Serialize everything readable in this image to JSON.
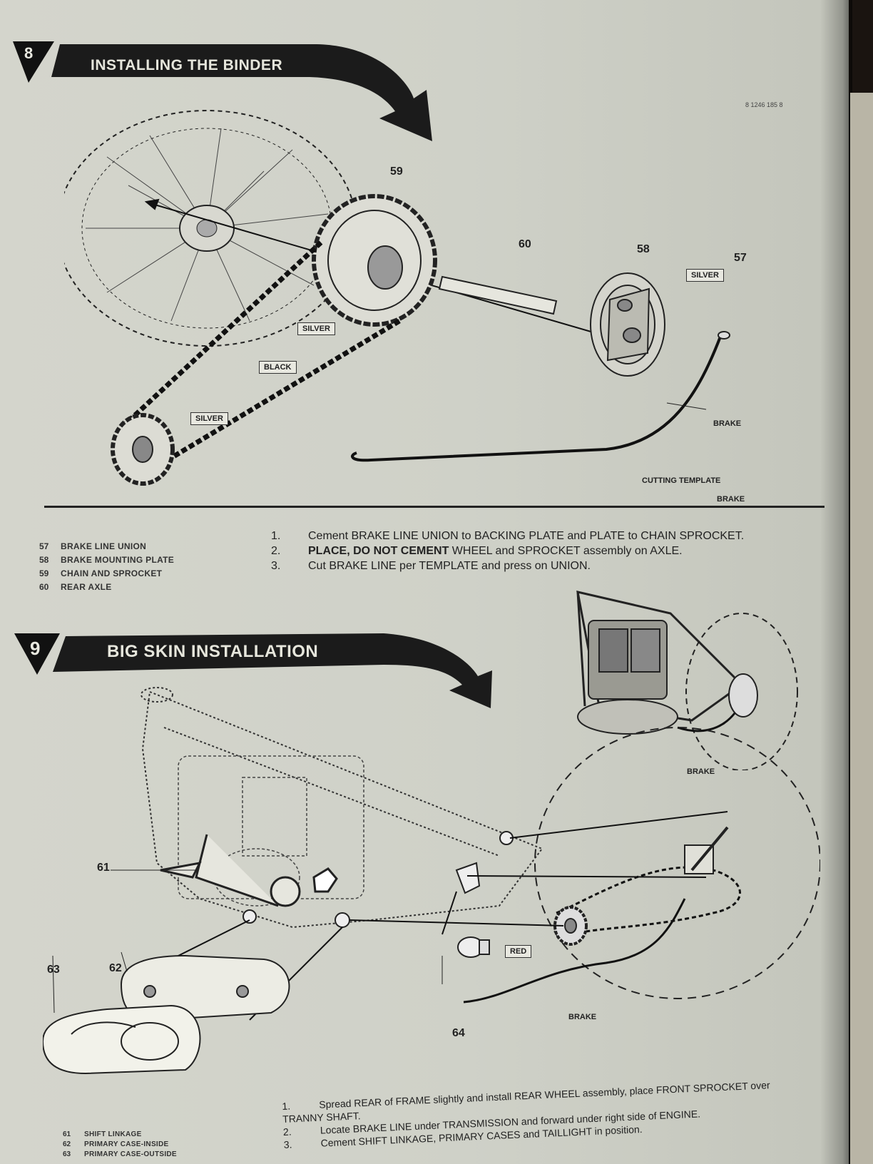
{
  "section8": {
    "number": "8",
    "title": "INSTALLING THE BINDER",
    "doc_id": "8 1246 185 8",
    "callouts": {
      "c59": "59",
      "c60": "60",
      "c58": "58",
      "c57": "57"
    },
    "labels": {
      "silver1": "SILVER",
      "silver2": "SILVER",
      "silver3": "SILVER",
      "black": "BLACK",
      "brake": "BRAKE",
      "cutting_template": "CUTTING TEMPLATE",
      "template_brake": "BRAKE"
    },
    "parts": [
      {
        "num": "57",
        "name": "BRAKE LINE UNION"
      },
      {
        "num": "58",
        "name": "BRAKE MOUNTING PLATE"
      },
      {
        "num": "59",
        "name": "CHAIN AND SPROCKET"
      },
      {
        "num": "60",
        "name": "REAR AXLE"
      }
    ],
    "steps": [
      {
        "num": "1.",
        "text": "Cement BRAKE LINE UNION to BACKING PLATE and PLATE to CHAIN SPROCKET."
      },
      {
        "num": "2.",
        "bold": "PLACE, DO NOT CEMENT",
        "text": " WHEEL and SPROCKET assembly on AXLE."
      },
      {
        "num": "3.",
        "text": "Cut BRAKE LINE per TEMPLATE and press on UNION."
      }
    ]
  },
  "section9": {
    "number": "9",
    "title": "BIG SKIN INSTALLATION",
    "callouts": {
      "c61": "61",
      "c62": "62",
      "c63": "63",
      "c64": "64"
    },
    "labels": {
      "red": "RED",
      "brake_top": "BRAKE",
      "brake_bottom": "BRAKE"
    },
    "parts": [
      {
        "num": "61",
        "name": "SHIFT LINKAGE"
      },
      {
        "num": "62",
        "name": "PRIMARY CASE-INSIDE"
      },
      {
        "num": "63",
        "name": "PRIMARY CASE-OUTSIDE"
      }
    ],
    "steps": [
      {
        "num": "1.",
        "text": "Spread REAR of FRAME slightly and install REAR WHEEL assembly, place FRONT SPROCKET over TRANNY SHAFT."
      },
      {
        "num": "2.",
        "text": "Locate BRAKE LINE under TRANSMISSION and forward under right side of ENGINE."
      },
      {
        "num": "3.",
        "text": "Cement SHIFT LINKAGE, PRIMARY CASES and TAILLIGHT in position."
      }
    ]
  }
}
